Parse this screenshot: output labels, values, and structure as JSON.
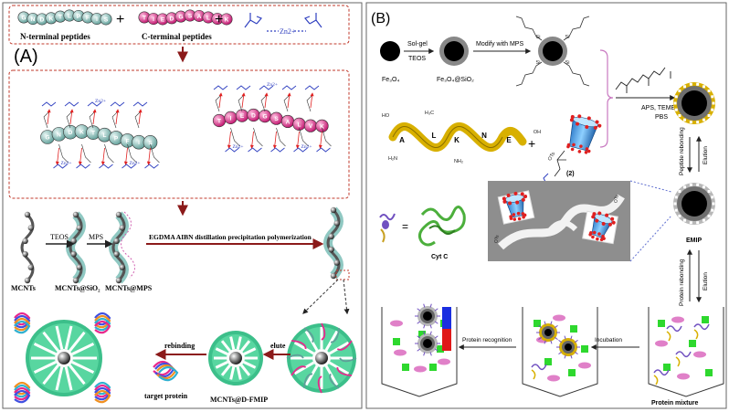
{
  "panel_a": {
    "label": "(A)",
    "n_terminal": "N-terminal peptides",
    "c_terminal": "C-terminal peptides",
    "zn_label": "Zn2+",
    "plus": "+",
    "n_letters": [
      "G",
      "N",
      "D",
      "K",
      "T",
      "L",
      "P",
      "F",
      "I",
      "S"
    ],
    "c_letters": [
      "T",
      "I",
      "E",
      "D",
      "G",
      "S",
      "A",
      "L",
      "V",
      "K"
    ],
    "row2_letters_a": [
      "G",
      "N",
      "D",
      "K",
      "T",
      "L",
      "P",
      "F",
      "I",
      "S"
    ],
    "row2_letters_b": [
      "T",
      "I",
      "E",
      "D",
      "G",
      "S",
      "A",
      "L",
      "V",
      "K"
    ],
    "teos": "TEOS",
    "mps": "MPS",
    "reagents": "EGDMA   AIBN   distillation precipitation polymerization",
    "mcnts": "MCNTs",
    "mcnts_sio2": "MCNTs@SiO₂",
    "mcnts_mps": "MCNTs@MPS",
    "elute": "elute",
    "rebinding": "rebinding",
    "target_protein": "target protein",
    "femip": "MCNTs@D-FMIP"
  },
  "panel_b": {
    "label": "(B)",
    "fe3o4": "Fe₃O₄",
    "solgel": "Sol-gel",
    "teos": "TEOS",
    "fe3o4_sio2": "Fe₃O₄@SiO₂",
    "modify": "Modify with MPS",
    "aps": "APS, TEMED",
    "pbs": "PBS",
    "peptide_rebonding": "Peptide rebonding",
    "elution": "Elution",
    "compound_label": "(2)",
    "plus": "+",
    "eq": "=",
    "cytc": "Cyt C",
    "emip": "EMIP",
    "protein_rebonding": "Protein rebonding",
    "protein_recognition": "Protein recognition",
    "incubation": "Incubation",
    "protein_mixture": "Protein mixture",
    "pep_letters": [
      "A",
      "L",
      "K",
      "N",
      "E"
    ],
    "si": "Si",
    "ots": "OTs",
    "hn": "HN",
    "h2n": "H₂N",
    "nh2": "NH₂",
    "ho": "HO",
    "oh": "OH"
  },
  "colors": {
    "teal": "#8fc8c2",
    "pink": "#e8288c",
    "blue_ink": "#3040c0",
    "dark_red": "#9b1b1b",
    "dashed_red": "#c0392b",
    "gold": "#d8b000",
    "green": "#2ed82e"
  }
}
